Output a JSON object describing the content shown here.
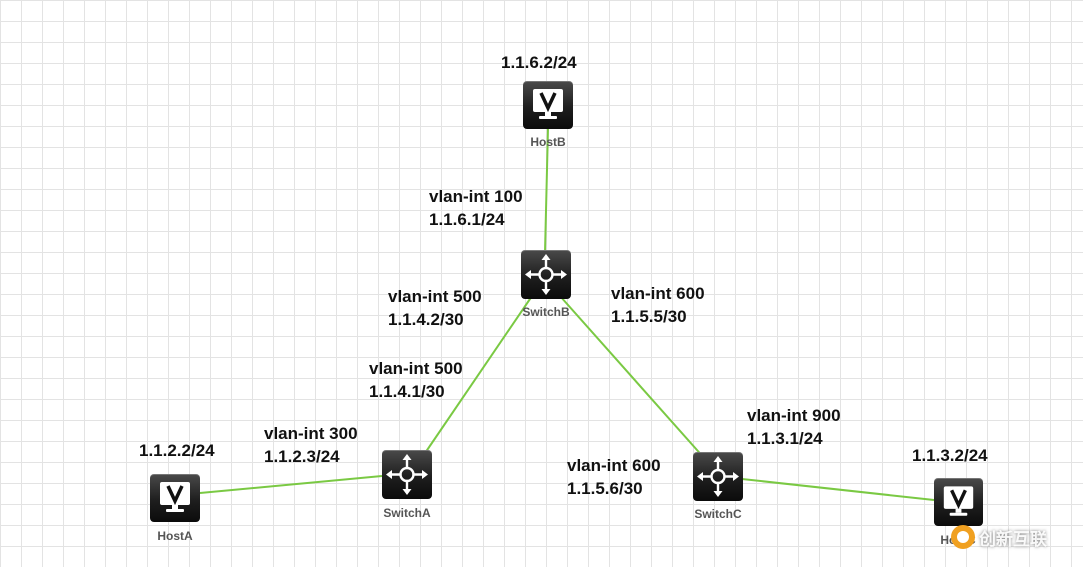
{
  "nodes": {
    "hostB": {
      "name": "HostB",
      "ip": "1.1.6.2/24"
    },
    "hostA": {
      "name": "HostA",
      "ip": "1.1.2.2/24"
    },
    "hostC": {
      "name": "HostC",
      "ip": "1.1.3.2/24"
    },
    "switchB": {
      "name": "SwitchB"
    },
    "switchA": {
      "name": "SwitchA"
    },
    "switchC": {
      "name": "SwitchC"
    }
  },
  "interfaces": {
    "swb_100": {
      "vlan": "vlan-int 100",
      "ip": "1.1.6.1/24"
    },
    "swb_500": {
      "vlan": "vlan-int 500",
      "ip": "1.1.4.2/30"
    },
    "swb_600": {
      "vlan": "vlan-int 600",
      "ip": "1.1.5.5/30"
    },
    "swa_500": {
      "vlan": "vlan-int 500",
      "ip": "1.1.4.1/30"
    },
    "swa_300": {
      "vlan": "vlan-int 300",
      "ip": "1.1.2.3/24"
    },
    "swc_600": {
      "vlan": "vlan-int 600",
      "ip": "1.1.5.6/30"
    },
    "swc_900": {
      "vlan": "vlan-int 900",
      "ip": "1.1.3.1/24"
    }
  },
  "colors": {
    "link": "#7ac943",
    "grid": "#e3e3e3",
    "device": "#1e1e1e"
  },
  "watermark": {
    "text": "创新互联",
    "icon": "logo-icon"
  }
}
